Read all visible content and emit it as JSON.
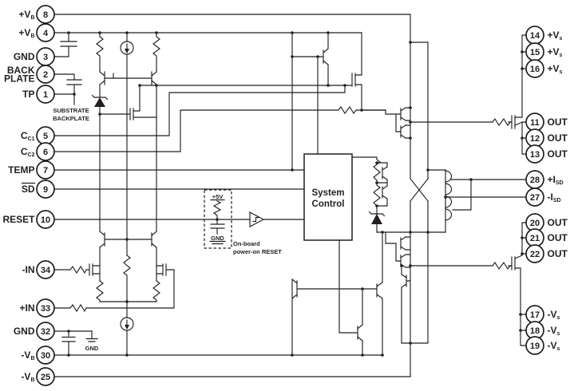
{
  "diagram": {
    "background": "#ffffff",
    "line_color": "#231f20",
    "pins_left": [
      {
        "number": "8",
        "label": "+V",
        "sub": "B"
      },
      {
        "number": "4",
        "label": "+V",
        "sub": "B"
      },
      {
        "number": "3",
        "label": "GND"
      },
      {
        "number": "2",
        "label": "BACK\nPLATE"
      },
      {
        "number": "1",
        "label": "TP"
      },
      {
        "number": "5",
        "label": "C",
        "sub": "C1"
      },
      {
        "number": "6",
        "label": "C",
        "sub": "C2"
      },
      {
        "number": "7",
        "label": "TEMP"
      },
      {
        "number": "9",
        "label": "SD",
        "overline": true
      },
      {
        "number": "10",
        "label": "RESET"
      },
      {
        "number": "34",
        "label": "-IN"
      },
      {
        "number": "33",
        "label": "+IN"
      },
      {
        "number": "32",
        "label": "GND"
      },
      {
        "number": "30",
        "label": "-V",
        "sub": "B"
      },
      {
        "number": "25",
        "label": "-V",
        "sub": "B"
      }
    ],
    "pins_right": [
      {
        "number": "14",
        "label": "+V",
        "sub": "s"
      },
      {
        "number": "15",
        "label": "+V",
        "sub": "s"
      },
      {
        "number": "16",
        "label": "+V",
        "sub": "s"
      },
      {
        "number": "11",
        "label": "OUT"
      },
      {
        "number": "12",
        "label": "OUT"
      },
      {
        "number": "13",
        "label": "OUT"
      },
      {
        "number": "28",
        "label": "+I",
        "sub": "SD"
      },
      {
        "number": "27",
        "label": "-I",
        "sub": "SD"
      },
      {
        "number": "20",
        "label": "OUT"
      },
      {
        "number": "21",
        "label": "OUT"
      },
      {
        "number": "22",
        "label": "OUT"
      },
      {
        "number": "17",
        "label": "-V",
        "sub": "s"
      },
      {
        "number": "18",
        "label": "-V",
        "sub": "s"
      },
      {
        "number": "19",
        "label": "-V",
        "sub": "s"
      }
    ],
    "labels": {
      "system_control_line1": "System",
      "system_control_line2": "Control",
      "supply_5v": "+5V",
      "supply_gnd": "GND",
      "onboard_line1": "On-board",
      "onboard_line2": "power-on RESET",
      "substrate_line1": "SUBSTRATE",
      "substrate_line2": "BACKPLATE",
      "gnd_symbol_label": "GND"
    }
  }
}
